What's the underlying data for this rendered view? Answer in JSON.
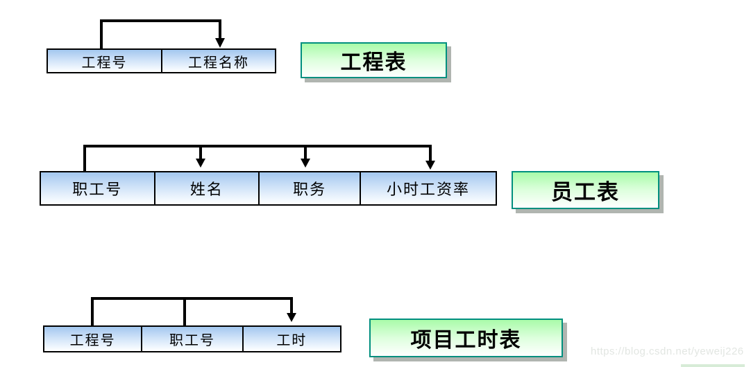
{
  "diagram": {
    "tables": [
      {
        "id": "project",
        "label": "工程表",
        "columns": [
          "工程号",
          "工程名称"
        ],
        "arrow": {
          "from": [
            "工程号"
          ],
          "to": [
            "工程名称"
          ]
        }
      },
      {
        "id": "employee",
        "label": "员工表",
        "columns": [
          "职工号",
          "姓名",
          "职务",
          "小时工资率"
        ],
        "arrow": {
          "from": [
            "职工号"
          ],
          "to": [
            "姓名",
            "职务",
            "小时工资率"
          ]
        }
      },
      {
        "id": "project_hours",
        "label": "项目工时表",
        "columns": [
          "工程号",
          "职工号",
          "工时"
        ],
        "arrow": {
          "from": [
            "工程号",
            "职工号"
          ],
          "to": [
            "工时"
          ]
        }
      }
    ],
    "watermark": "https://blog.csdn.net/yeweij226",
    "colors": {
      "cell_gradient_top": "#a3c7ef",
      "cell_gradient_bottom": "#ffffff",
      "table_border": "#000000",
      "label_gradient_top": "#a9fba9",
      "label_gradient_bottom": "#ffffff",
      "label_border": "#008f7e",
      "label_shadow": "#b0b5b0",
      "arrow": "#000000",
      "watermark_text": "#e2e6e2"
    }
  }
}
